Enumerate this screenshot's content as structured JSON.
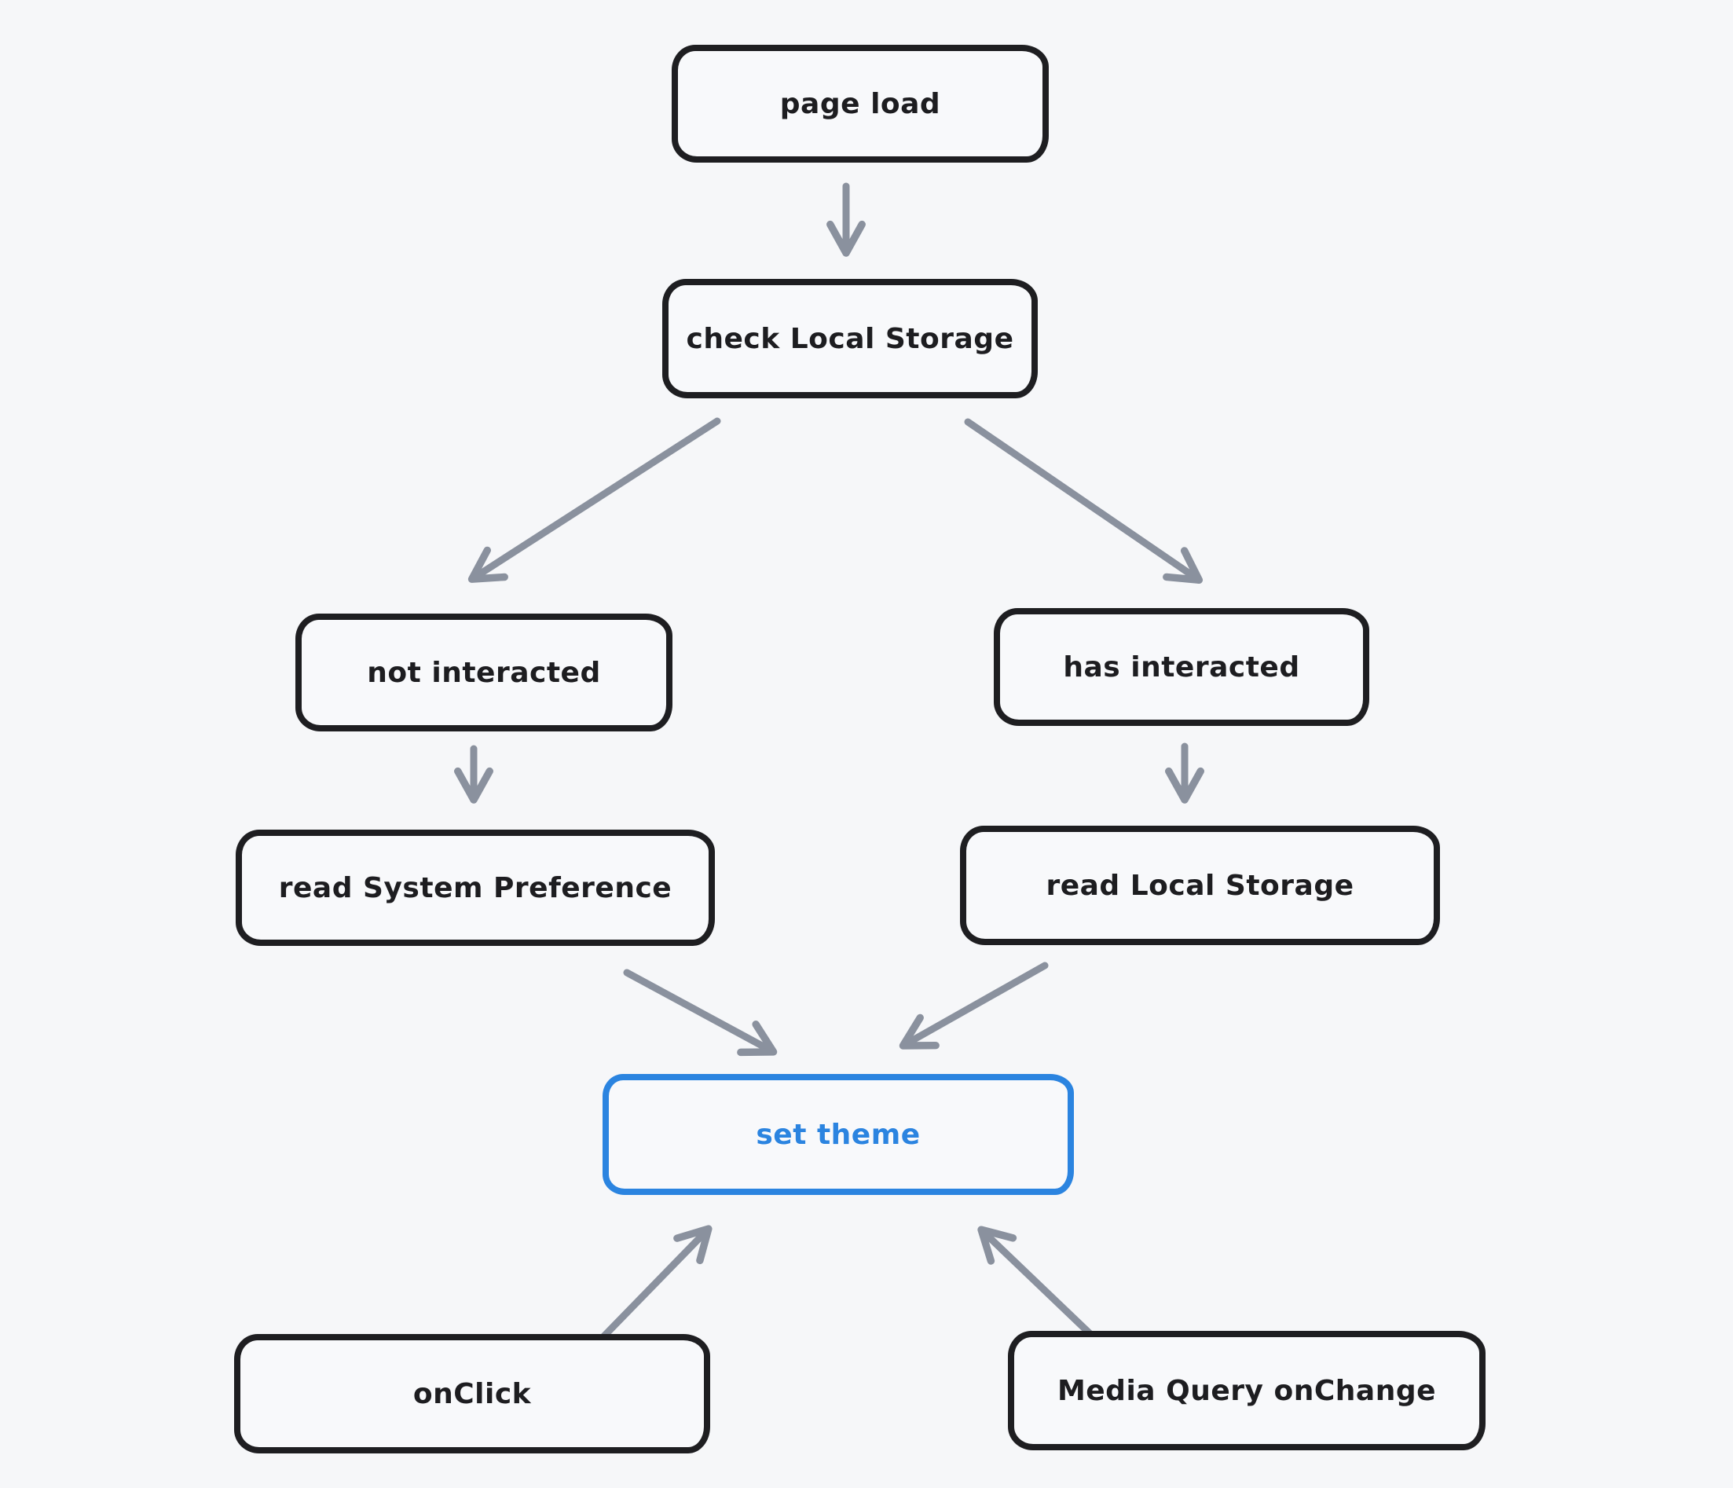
{
  "canvas": {
    "background_color": "#f6f7f9"
  },
  "colors": {
    "node_stroke": "#1e1e21",
    "node_text": "#1d1d20",
    "accent_blue": "#2b84e0",
    "arrow_gray": "#8a919e"
  },
  "diagram": {
    "type": "flowchart",
    "nodes": [
      {
        "id": "page-load",
        "label": "page load"
      },
      {
        "id": "check-local-storage",
        "label": "check Local Storage"
      },
      {
        "id": "not-interacted",
        "label": "not interacted"
      },
      {
        "id": "has-interacted",
        "label": "has interacted"
      },
      {
        "id": "read-system-preference",
        "label": "read System Preference"
      },
      {
        "id": "read-local-storage",
        "label": "read Local Storage"
      },
      {
        "id": "set-theme",
        "label": "set theme",
        "accent": true
      },
      {
        "id": "onclick",
        "label": "onClick"
      },
      {
        "id": "media-query-onchange",
        "label": "Media Query onChange"
      }
    ],
    "edges": [
      {
        "from": "page load",
        "to": "check Local Storage"
      },
      {
        "from": "check Local Storage",
        "to": "not interacted"
      },
      {
        "from": "check Local Storage",
        "to": "has interacted"
      },
      {
        "from": "not interacted",
        "to": "read System Preference"
      },
      {
        "from": "has interacted",
        "to": "read Local Storage"
      },
      {
        "from": "read System Preference",
        "to": "set theme"
      },
      {
        "from": "read Local Storage",
        "to": "set theme"
      },
      {
        "from": "onClick",
        "to": "set theme"
      },
      {
        "from": "Media Query onChange",
        "to": "set theme"
      }
    ]
  }
}
